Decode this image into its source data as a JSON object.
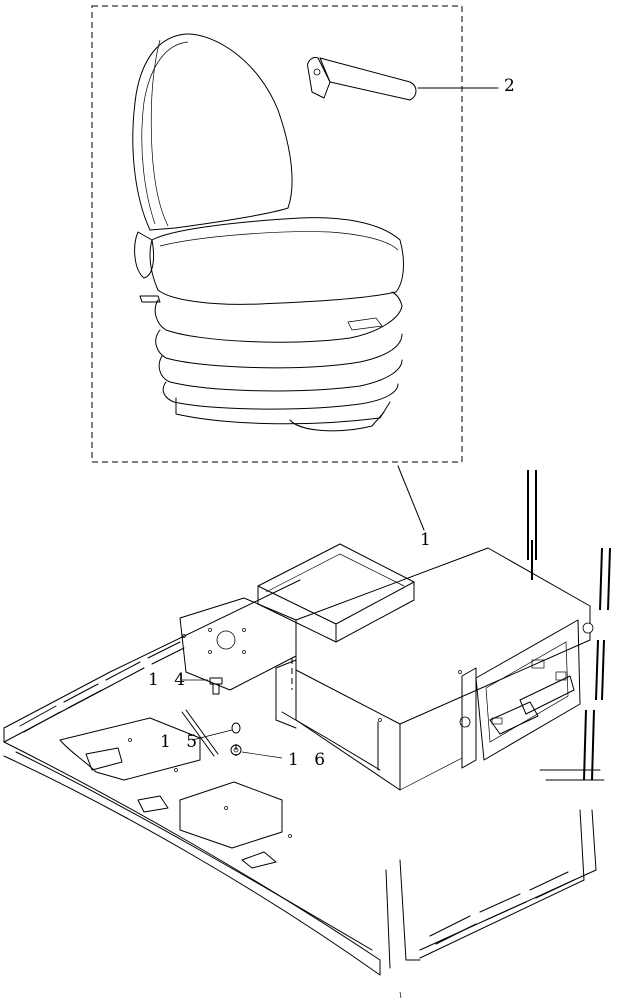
{
  "callouts": {
    "seat_assembly": "1",
    "armrest": "2",
    "bolt": "1 4",
    "washer": "1 5",
    "nut": "1 6"
  }
}
